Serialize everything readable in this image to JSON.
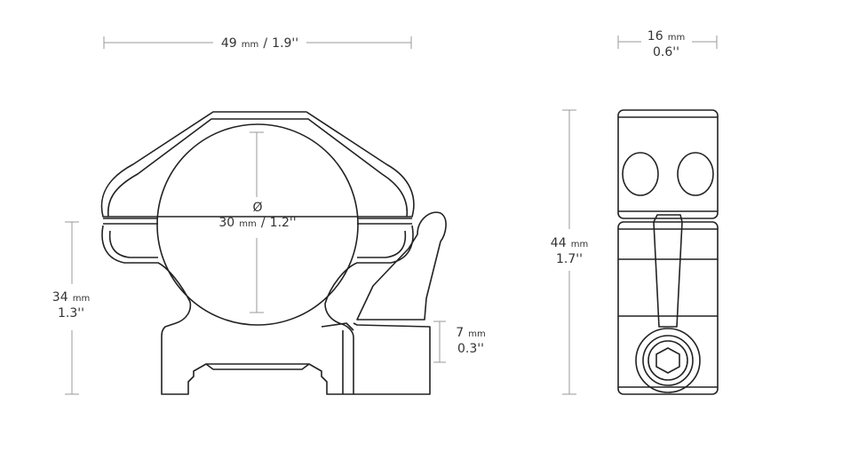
{
  "dimensions": {
    "width_top": {
      "value": "49",
      "unit": "mm",
      "imperial": "1.9''"
    },
    "width_side": {
      "value": "16",
      "unit": "mm",
      "imperial": "0.6''"
    },
    "tube_diameter": {
      "symbol": "Ø",
      "value": "30",
      "unit": "mm",
      "imperial": "1.2''"
    },
    "height_left": {
      "value": "34",
      "unit": "mm",
      "imperial": "1.3''"
    },
    "height_side": {
      "value": "44",
      "unit": "mm",
      "imperial": "1.7''"
    },
    "lever_height": {
      "value": "7",
      "unit": "mm",
      "imperial": "0.3''"
    }
  },
  "colors": {
    "stroke": "#222222",
    "dim_line": "#9a9a9a",
    "text": "#333333"
  }
}
